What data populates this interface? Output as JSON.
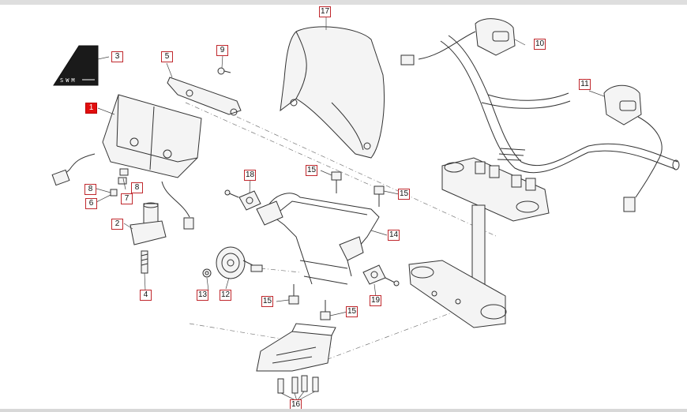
{
  "logo": {
    "text": "SWM"
  },
  "callouts": [
    {
      "id": "c1",
      "label": "1",
      "active": true
    },
    {
      "id": "c2",
      "label": "2"
    },
    {
      "id": "c3",
      "label": "3"
    },
    {
      "id": "c4",
      "label": "4"
    },
    {
      "id": "c5",
      "label": "5"
    },
    {
      "id": "c6",
      "label": "6"
    },
    {
      "id": "c7",
      "label": "7"
    },
    {
      "id": "c8a",
      "label": "8"
    },
    {
      "id": "c8b",
      "label": "8"
    },
    {
      "id": "c9",
      "label": "9"
    },
    {
      "id": "c10",
      "label": "10"
    },
    {
      "id": "c11",
      "label": "11"
    },
    {
      "id": "c12",
      "label": "12"
    },
    {
      "id": "c13",
      "label": "13"
    },
    {
      "id": "c14",
      "label": "14"
    },
    {
      "id": "c15a",
      "label": "15"
    },
    {
      "id": "c15b",
      "label": "15"
    },
    {
      "id": "c15c",
      "label": "15"
    },
    {
      "id": "c15d",
      "label": "15"
    },
    {
      "id": "c16",
      "label": "16"
    },
    {
      "id": "c17",
      "label": "17"
    },
    {
      "id": "c18",
      "label": "18"
    },
    {
      "id": "c19",
      "label": "19"
    }
  ],
  "colors": {
    "callout_border": "#c0282d",
    "active_fill": "#e10e0e",
    "line": "#333333"
  }
}
